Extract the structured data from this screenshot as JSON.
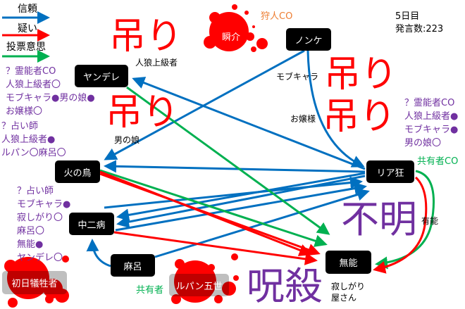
{
  "legend": [
    {
      "label": "信頼",
      "color": "#0070c0"
    },
    {
      "label": "疑い",
      "color": "#ff0000"
    },
    {
      "label": "投票意思",
      "color": "#00b050"
    }
  ],
  "status": {
    "day": "5日目",
    "posts": "発言数:223"
  },
  "players": {
    "yandere": "ヤンデレ",
    "shunsuke": "瞬介",
    "nonke": "ノンケ",
    "hinotori": "火の鳥",
    "riakyou": "リア狂",
    "chuunibyou": "中二病",
    "maro": "麻呂",
    "munou": "無能",
    "shonichi": "初日犠牲者",
    "lupin": "ルパン五世"
  },
  "annotations": {
    "hunter_co": "狩人CO",
    "sharer_co": "共有者CO",
    "sharer": "共有者",
    "hang": "吊り",
    "unknown": "不明",
    "cursed": "呪殺",
    "under_jinrou": "人狼上級者",
    "under_otokonoko": "男の娘",
    "under_mob": "モブキャラ",
    "under_ojou": "お嬢様",
    "under_yuunou": "有能",
    "under_sabishi1": "寂しがり",
    "under_sabishi2": "屋さん"
  },
  "results": {
    "medium_left": [
      "？霊能者CO",
      "人狼上級者〇",
      "モブキャラ●男の娘●",
      "お嬢様〇"
    ],
    "seer_left": [
      "？占い師",
      "人狼上級者●",
      "ルパン〇麻呂〇"
    ],
    "medium_right": [
      "？霊能者CO",
      "人狼上級者●",
      "モブキャラ●",
      "男の娘〇"
    ],
    "seer_lower": [
      "？占い師",
      "モブキャラ●",
      "寂しがり〇",
      "麻呂〇",
      "無能●",
      "ヤンデレ〇"
    ]
  }
}
